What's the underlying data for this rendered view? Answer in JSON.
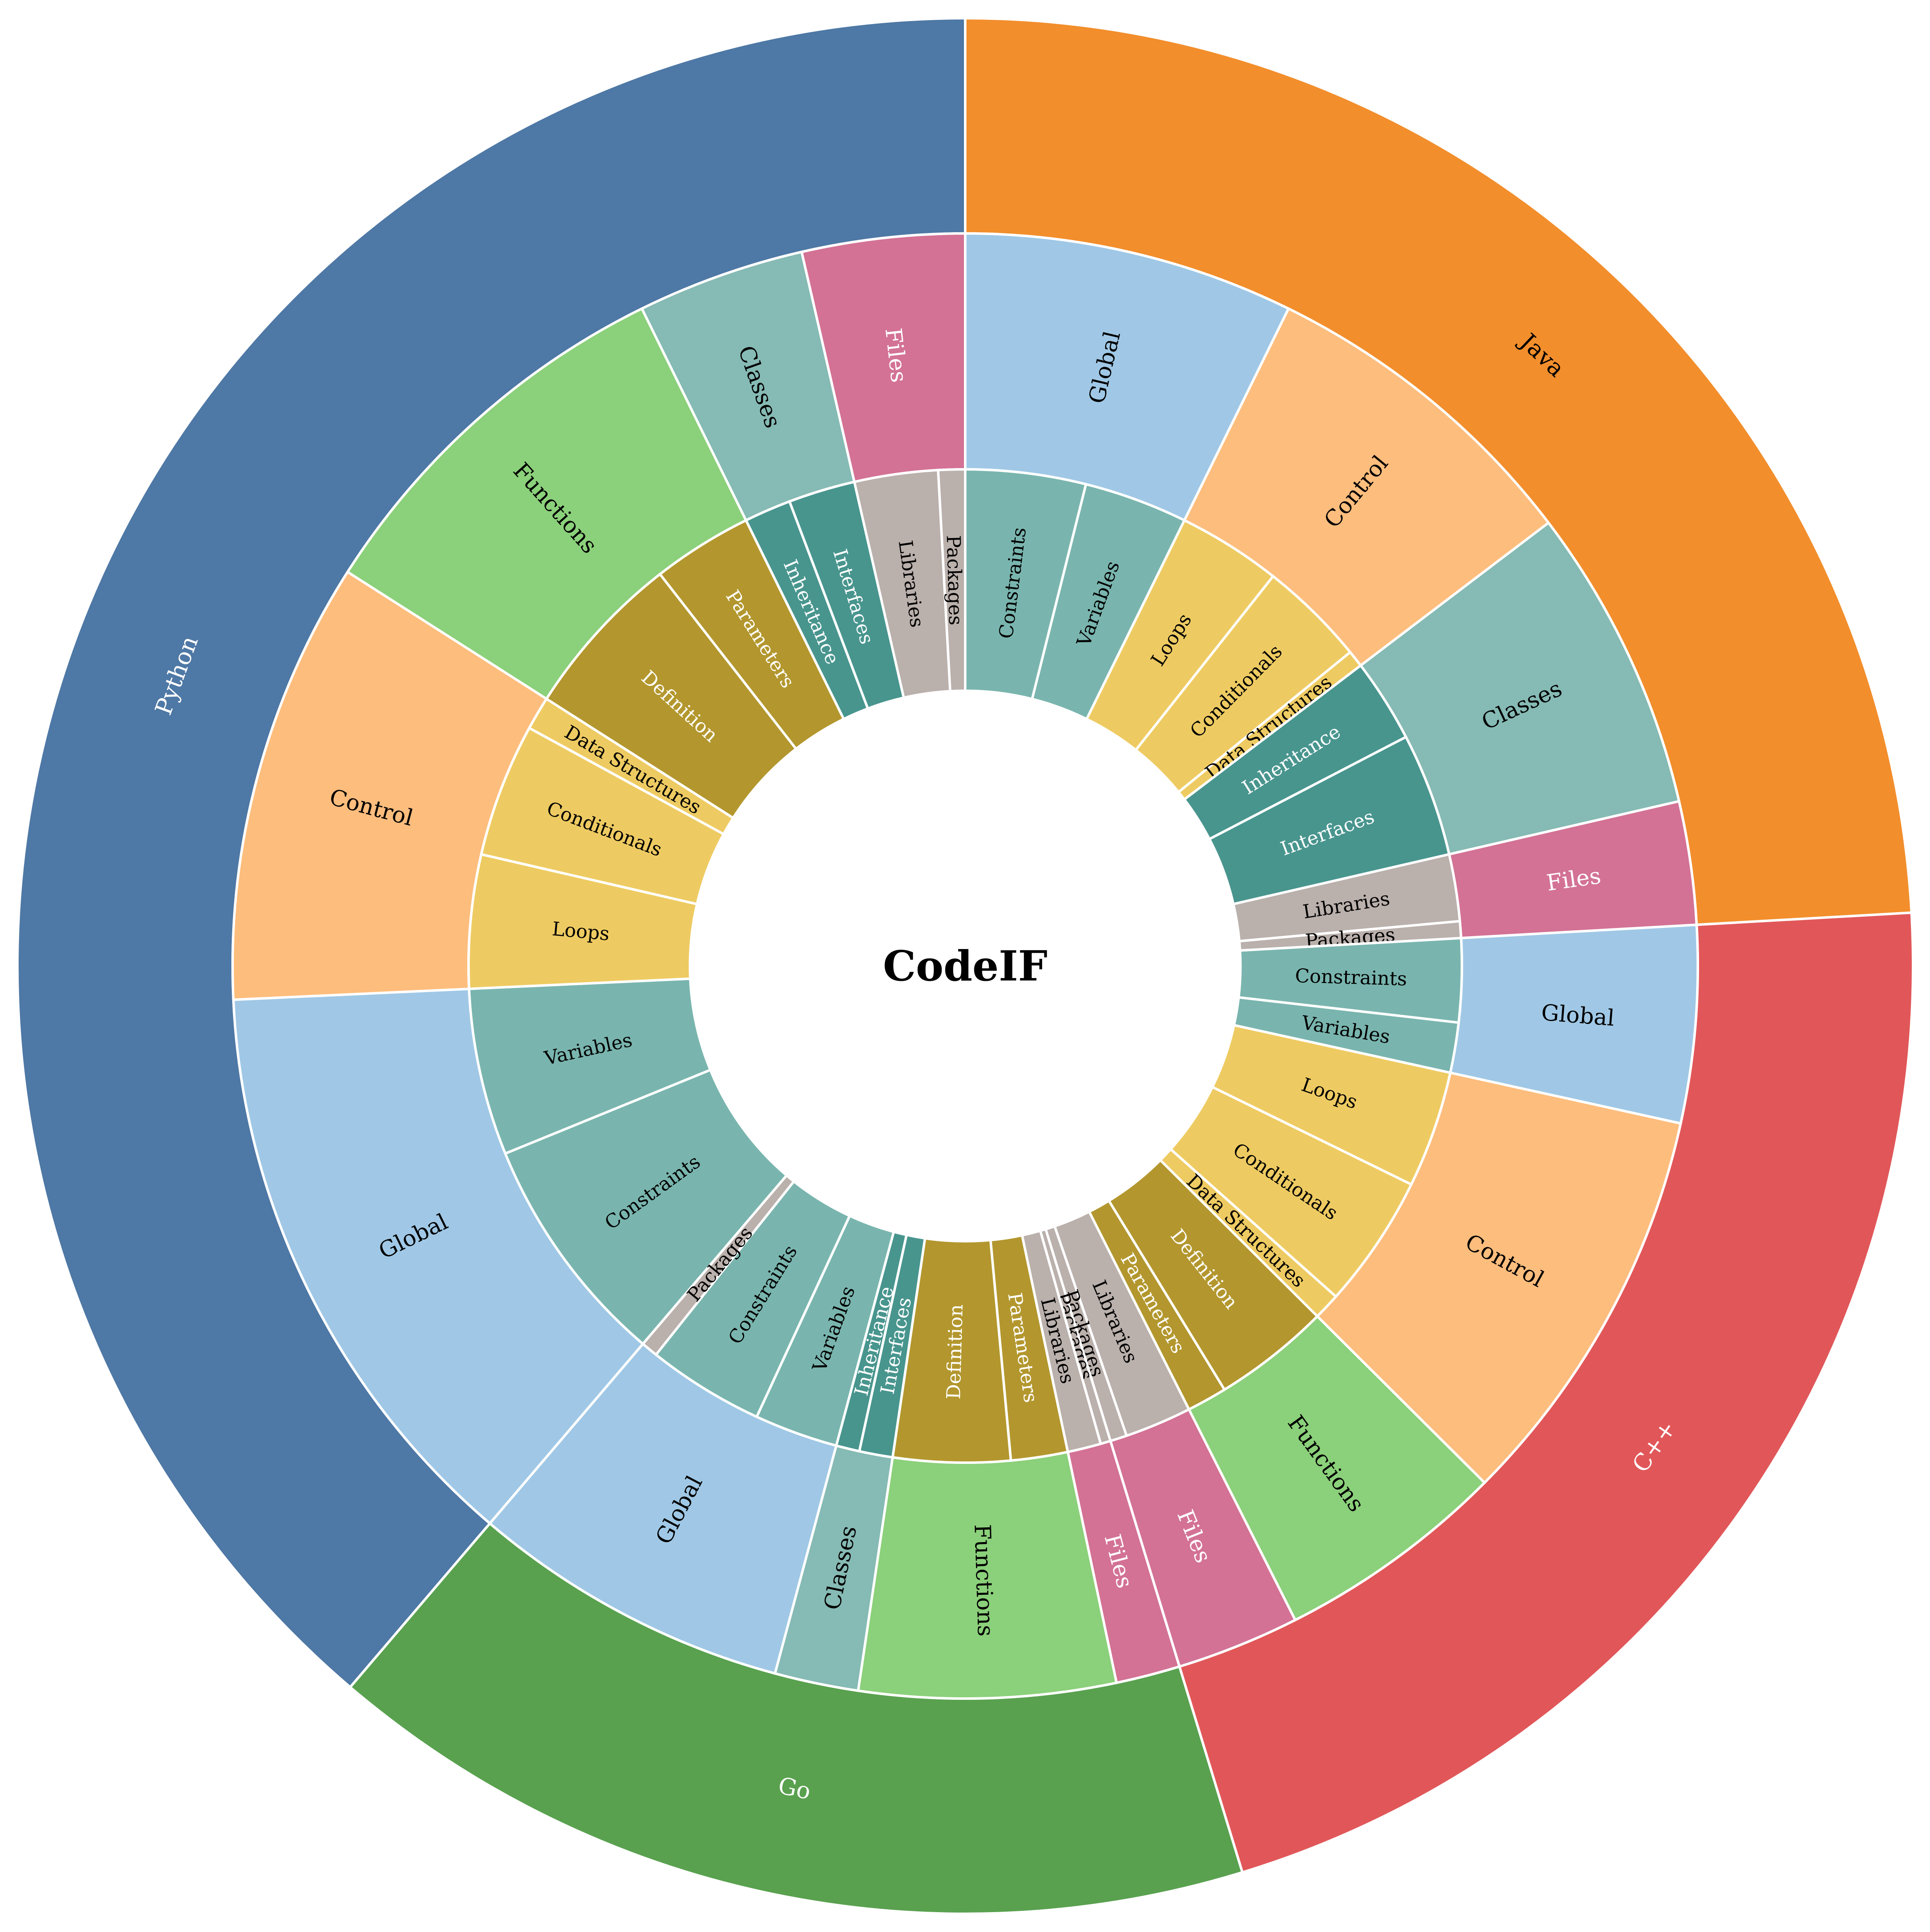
{
  "chart_data": {
    "type": "sunburst",
    "title": "CodeIF",
    "languages": [
      {
        "name": "Python",
        "color": "#4e78a5",
        "label_color": "#ffffff",
        "categories": [
          {
            "name": "Global",
            "color": "#a0c8e6",
            "label_color": "#000000",
            "subs": [
              {
                "name": "Constraints",
                "value": 7
              },
              {
                "name": "Variables",
                "value": 5
              }
            ]
          },
          {
            "name": "Control",
            "color": "#fdbd7d",
            "label_color": "#000000",
            "subs": [
              {
                "name": "Loops",
                "value": 4
              },
              {
                "name": "Conditionals",
                "value": 4
              },
              {
                "name": "Data Structures",
                "value": 1
              }
            ]
          },
          {
            "name": "Functions",
            "color": "#8bd07a",
            "label_color": "#000000",
            "subs": [
              {
                "name": "Definition",
                "value": 5
              },
              {
                "name": "Parameters",
                "value": 3
              }
            ]
          },
          {
            "name": "Classes",
            "color": "#86bab4",
            "label_color": "#000000",
            "subs": [
              {
                "name": "Inheritance",
                "value": 1.4
              },
              {
                "name": "Interfaces",
                "value": 2
              }
            ]
          },
          {
            "name": "Files",
            "color": "#d37295",
            "label_color": "#ffffff",
            "subs": [
              {
                "name": "Libraries",
                "value": 2.5
              },
              {
                "name": "Packages",
                "value": 0.8
              }
            ]
          }
        ]
      },
      {
        "name": "Java",
        "color": "#f28e2c",
        "label_color": "#000000",
        "categories": [
          {
            "name": "Global",
            "color": "#a0c8e6",
            "label_color": "#000000",
            "subs": [
              {
                "name": "Constraints",
                "value": 3.6
              },
              {
                "name": "Variables",
                "value": 3.1
              }
            ]
          },
          {
            "name": "Control",
            "color": "#fdbd7d",
            "label_color": "#000000",
            "subs": [
              {
                "name": "Loops",
                "value": 3.1
              },
              {
                "name": "Conditionals",
                "value": 3.2
              },
              {
                "name": "Data Structures",
                "value": 0.5
              }
            ]
          },
          {
            "name": "Classes",
            "color": "#86bab4",
            "label_color": "#000000",
            "subs": [
              {
                "name": "Inheritance",
                "value": 2.5
              },
              {
                "name": "Interfaces",
                "value": 3.7
              }
            ]
          },
          {
            "name": "Files",
            "color": "#d37295",
            "label_color": "#ffffff",
            "subs": [
              {
                "name": "Libraries",
                "value": 2
              },
              {
                "name": "Packages",
                "value": 0.5
              }
            ]
          }
        ]
      },
      {
        "name": "C++",
        "color": "#e15759",
        "label_color": "#ffffff",
        "categories": [
          {
            "name": "Global",
            "color": "#a0c8e6",
            "label_color": "#000000",
            "subs": [
              {
                "name": "Constraints",
                "value": 2.5
              },
              {
                "name": "Variables",
                "value": 1.5
              }
            ]
          },
          {
            "name": "Control",
            "color": "#fdbd7d",
            "label_color": "#000000",
            "subs": [
              {
                "name": "Loops",
                "value": 3.5
              },
              {
                "name": "Conditionals",
                "value": 4
              },
              {
                "name": "Data Structures",
                "value": 0.8
              }
            ]
          },
          {
            "name": "Functions",
            "color": "#8bd07a",
            "label_color": "#000000",
            "subs": [
              {
                "name": "Definition",
                "value": 3.5
              },
              {
                "name": "Parameters",
                "value": 1.2
              }
            ]
          },
          {
            "name": "Files",
            "color": "#d37295",
            "label_color": "#ffffff",
            "subs": [
              {
                "name": "Libraries",
                "value": 2
              },
              {
                "name": "Packages",
                "value": 0.5
              }
            ]
          }
        ]
      },
      {
        "name": "Go",
        "color": "#59a14f",
        "label_color": "#ffffff",
        "categories": [
          {
            "name": "Files",
            "color": "#d37295",
            "label_color": "#ffffff",
            "subs": [
              {
                "name": "Packages",
                "value": 0.3
              },
              {
                "name": "Libraries",
                "value": 1
              }
            ]
          },
          {
            "name": "Functions",
            "color": "#8bd07a",
            "label_color": "#000000",
            "subs": [
              {
                "name": "Parameters",
                "value": 1.7
              },
              {
                "name": "Definition",
                "value": 3.5
              }
            ]
          },
          {
            "name": "Classes",
            "color": "#86bab4",
            "label_color": "#000000",
            "subs": [
              {
                "name": "Interfaces",
                "value": 1
              },
              {
                "name": "Inheritance",
                "value": 0.7
              }
            ]
          },
          {
            "name": "Global",
            "color": "#a0c8e6",
            "label_color": "#000000",
            "subs": [
              {
                "name": "Variables",
                "value": 2.5
              },
              {
                "name": "Constraints",
                "value": 3.5
              },
              {
                "name": "Packages",
                "value": 0.5
              }
            ]
          }
        ]
      }
    ],
    "sub_colors": {
      "Constraints": "#79b5ae",
      "Variables": "#79b5ae",
      "Loops": "#eecb62",
      "Conditionals": "#eecb62",
      "Data Structures": "#eecb62",
      "Definition": "#b3972e",
      "Parameters": "#b3972e",
      "Inheritance": "#48958e",
      "Interfaces": "#48958e",
      "Libraries": "#bab0ac",
      "Packages": "#bab0ac"
    },
    "sub_label_colors": {
      "Constraints": "#000000",
      "Variables": "#000000",
      "Loops": "#000000",
      "Conditionals": "#000000",
      "Data Structures": "#000000",
      "Definition": "#ffffff",
      "Parameters": "#ffffff",
      "Inheritance": "#ffffff",
      "Interfaces": "#ffffff",
      "Libraries": "#000000",
      "Packages": "#000000"
    }
  }
}
